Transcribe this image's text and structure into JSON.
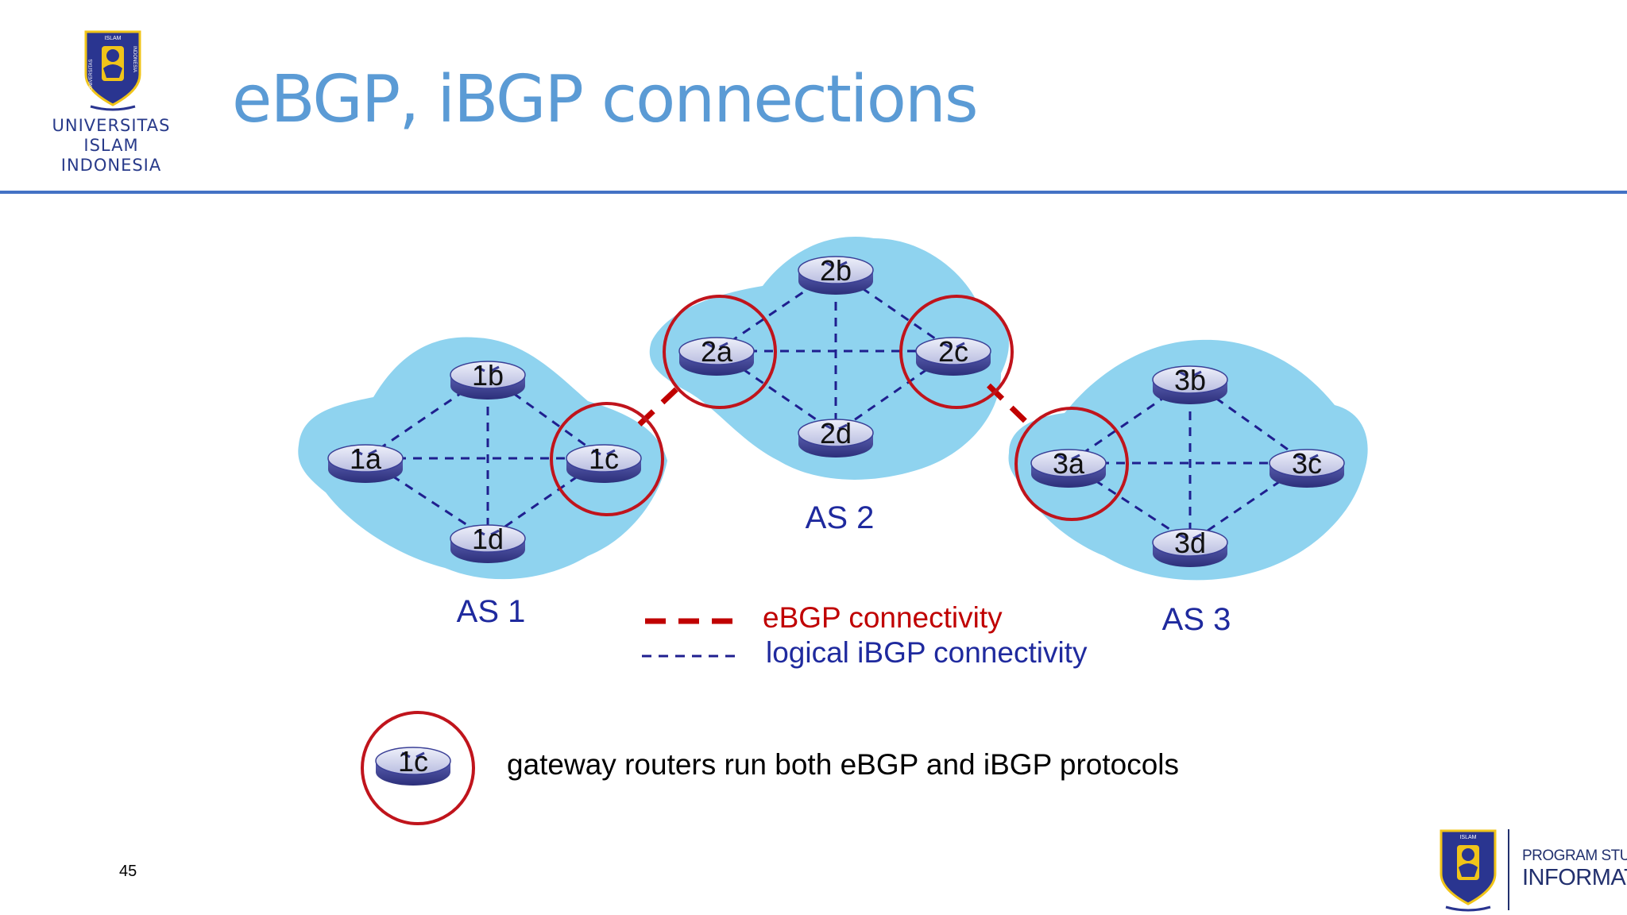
{
  "slide": {
    "title": "eBGP, iBGP connections",
    "page_number": "45",
    "university": {
      "name_line1": "UNIVERSITAS",
      "name_line2": "ISLAM",
      "name_line3": "INDONESIA",
      "seal_text_top": "ISLAM",
      "seal_text_left": "UNIVERSITAS",
      "seal_text_right": "INDONESIA"
    },
    "footer": {
      "program_line1": "PROGRAM STUDI",
      "program_line2": "INFORMATIKA"
    }
  },
  "diagram": {
    "autonomous_systems": [
      {
        "id": "as1",
        "label": "AS 1",
        "routers": [
          "1a",
          "1b",
          "1c",
          "1d"
        ]
      },
      {
        "id": "as2",
        "label": "AS 2",
        "routers": [
          "2a",
          "2b",
          "2c",
          "2d"
        ]
      },
      {
        "id": "as3",
        "label": "AS 3",
        "routers": [
          "3a",
          "3b",
          "3c",
          "3d"
        ]
      }
    ],
    "gateway_routers": [
      "1c",
      "2a",
      "2c",
      "3a"
    ],
    "ebgp_links": [
      [
        "1c",
        "2a"
      ],
      [
        "2c",
        "3a"
      ]
    ],
    "ibgp_links": [
      [
        "1a",
        "1b"
      ],
      [
        "1a",
        "1c"
      ],
      [
        "1a",
        "1d"
      ],
      [
        "1b",
        "1c"
      ],
      [
        "1b",
        "1d"
      ],
      [
        "1c",
        "1d"
      ],
      [
        "2a",
        "2b"
      ],
      [
        "2a",
        "2c"
      ],
      [
        "2a",
        "2d"
      ],
      [
        "2b",
        "2c"
      ],
      [
        "2b",
        "2d"
      ],
      [
        "2c",
        "2d"
      ],
      [
        "3a",
        "3b"
      ],
      [
        "3a",
        "3c"
      ],
      [
        "3a",
        "3d"
      ],
      [
        "3b",
        "3c"
      ],
      [
        "3b",
        "3d"
      ],
      [
        "3c",
        "3d"
      ]
    ],
    "legend": {
      "ebgp_label": "eBGP connectivity",
      "ibgp_label": "logical iBGP connectivity"
    },
    "gateway_note": {
      "router_label": "1c",
      "text": "gateway routers run both eBGP and iBGP protocols"
    },
    "colors": {
      "cloud": "#8fd3ef",
      "ebgp": "#c00000",
      "ibgp": "#1f1f8f",
      "gateway_circle": "#c0141c",
      "label_blue": "#1f2a9e",
      "label_red": "#c00000"
    }
  }
}
